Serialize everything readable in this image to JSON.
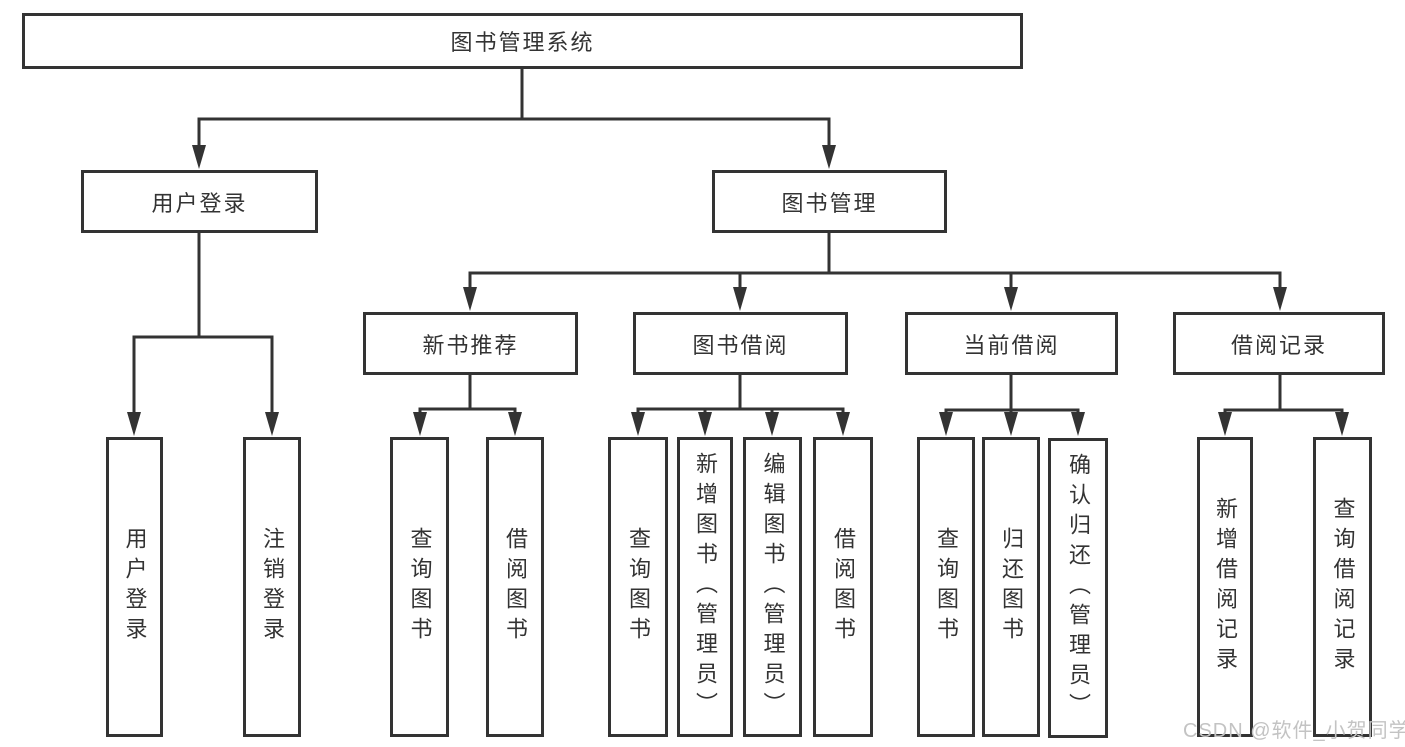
{
  "colors": {
    "line": "#333333",
    "text": "#333333",
    "background": "#ffffff",
    "watermark": "#c3c3c3"
  },
  "watermark": "CSDN @软件_小贺同学",
  "nodes": {
    "root": "图书管理系统",
    "user_login": "用户登录",
    "book_mgmt": "图书管理",
    "new_book": "新书推荐",
    "book_borrow": "图书借阅",
    "current_borrow": "当前借阅",
    "borrow_record": "借阅记录",
    "leaf_user_login": "用户登录",
    "leaf_logout": "注销登录",
    "nb_query": "查询图书",
    "nb_borrow": "借阅图书",
    "bb_query": "查询图书",
    "bb_add": "新增图书（管理员）",
    "bb_edit": "编辑图书（管理员）",
    "bb_borrow": "借阅图书",
    "cb_query": "查询图书",
    "cb_return": "归还图书",
    "cb_confirm": "确认归还（管理员）",
    "br_add": "新增借阅记录",
    "br_query": "查询借阅记录"
  },
  "tree": {
    "label": "图书管理系统",
    "children": [
      {
        "label": "用户登录",
        "children": [
          {
            "label": "用户登录"
          },
          {
            "label": "注销登录"
          }
        ]
      },
      {
        "label": "图书管理",
        "children": [
          {
            "label": "新书推荐",
            "children": [
              {
                "label": "查询图书"
              },
              {
                "label": "借阅图书"
              }
            ]
          },
          {
            "label": "图书借阅",
            "children": [
              {
                "label": "查询图书"
              },
              {
                "label": "新增图书（管理员）"
              },
              {
                "label": "编辑图书（管理员）"
              },
              {
                "label": "借阅图书"
              }
            ]
          },
          {
            "label": "当前借阅",
            "children": [
              {
                "label": "查询图书"
              },
              {
                "label": "归还图书"
              },
              {
                "label": "确认归还（管理员）"
              }
            ]
          },
          {
            "label": "借阅记录",
            "children": [
              {
                "label": "新增借阅记录"
              },
              {
                "label": "查询借阅记录"
              }
            ]
          }
        ]
      }
    ]
  }
}
